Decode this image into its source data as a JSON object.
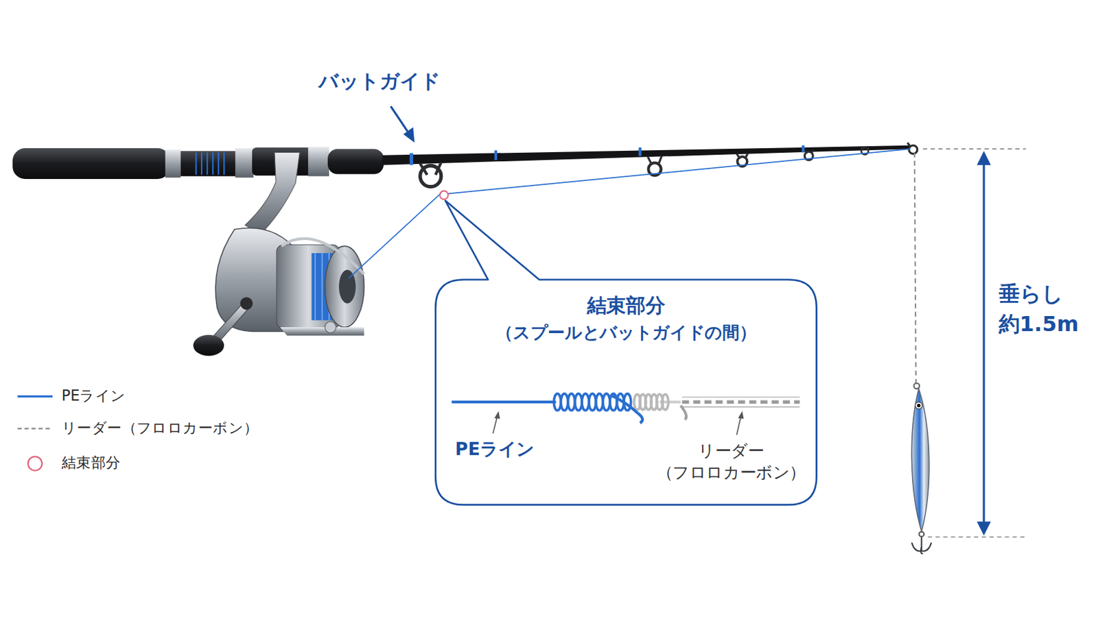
{
  "diagram": {
    "nodes": [
      {
        "text": [
          "結束部分",
          "（スプールとバットガイドの間）",
          "PEライン",
          "リーダー （フロロカーボン）"
        ]
      }
    ],
    "labels": [
      "バットガイド",
      "垂らし 約1.5m"
    ],
    "legend": [
      {
        "text": "PEライン"
      },
      {
        "text": "リーダー（フロロカーボン）"
      },
      {
        "text": "結束部分"
      }
    ]
  }
}
